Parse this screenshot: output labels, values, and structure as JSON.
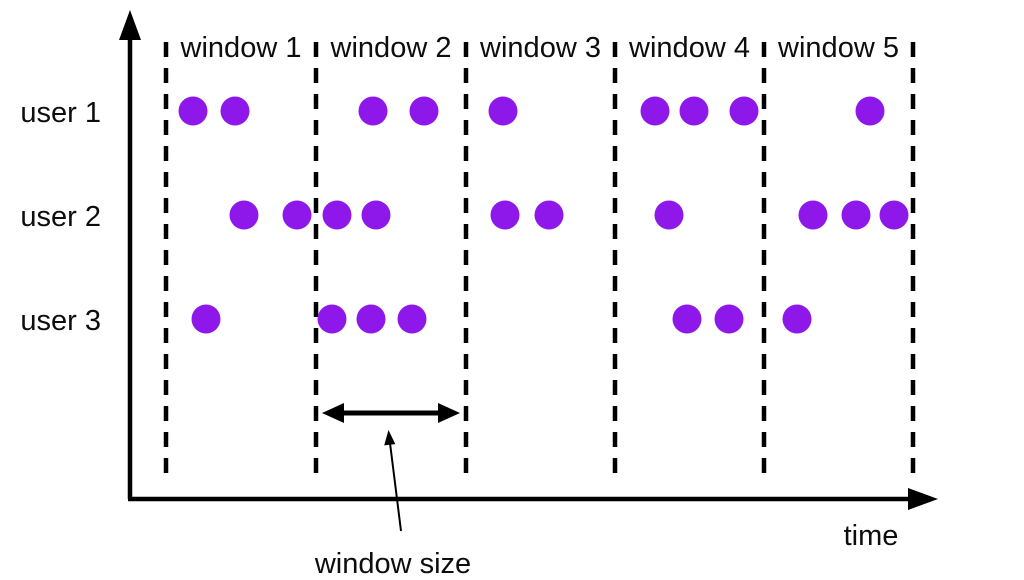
{
  "diagram": {
    "dot_color": "#8D18E9",
    "line_color": "#000000",
    "window_labels": [
      "window 1",
      "window 2",
      "window 3",
      "window 4",
      "window 5"
    ],
    "window_dividers_x": [
      166,
      316,
      466,
      615,
      764,
      913
    ],
    "user_rows": [
      {
        "label": "user 1",
        "events_x": [
          193,
          235,
          373,
          424,
          503,
          655,
          694,
          744,
          870
        ]
      },
      {
        "label": "user 2",
        "events_x": [
          244,
          297,
          337,
          376,
          505,
          549,
          669,
          813,
          856,
          894
        ]
      },
      {
        "label": "user 3",
        "events_x": [
          206,
          332,
          371,
          412,
          687,
          729,
          797
        ]
      }
    ],
    "time_axis_label": "time",
    "window_size_label": "window size"
  }
}
